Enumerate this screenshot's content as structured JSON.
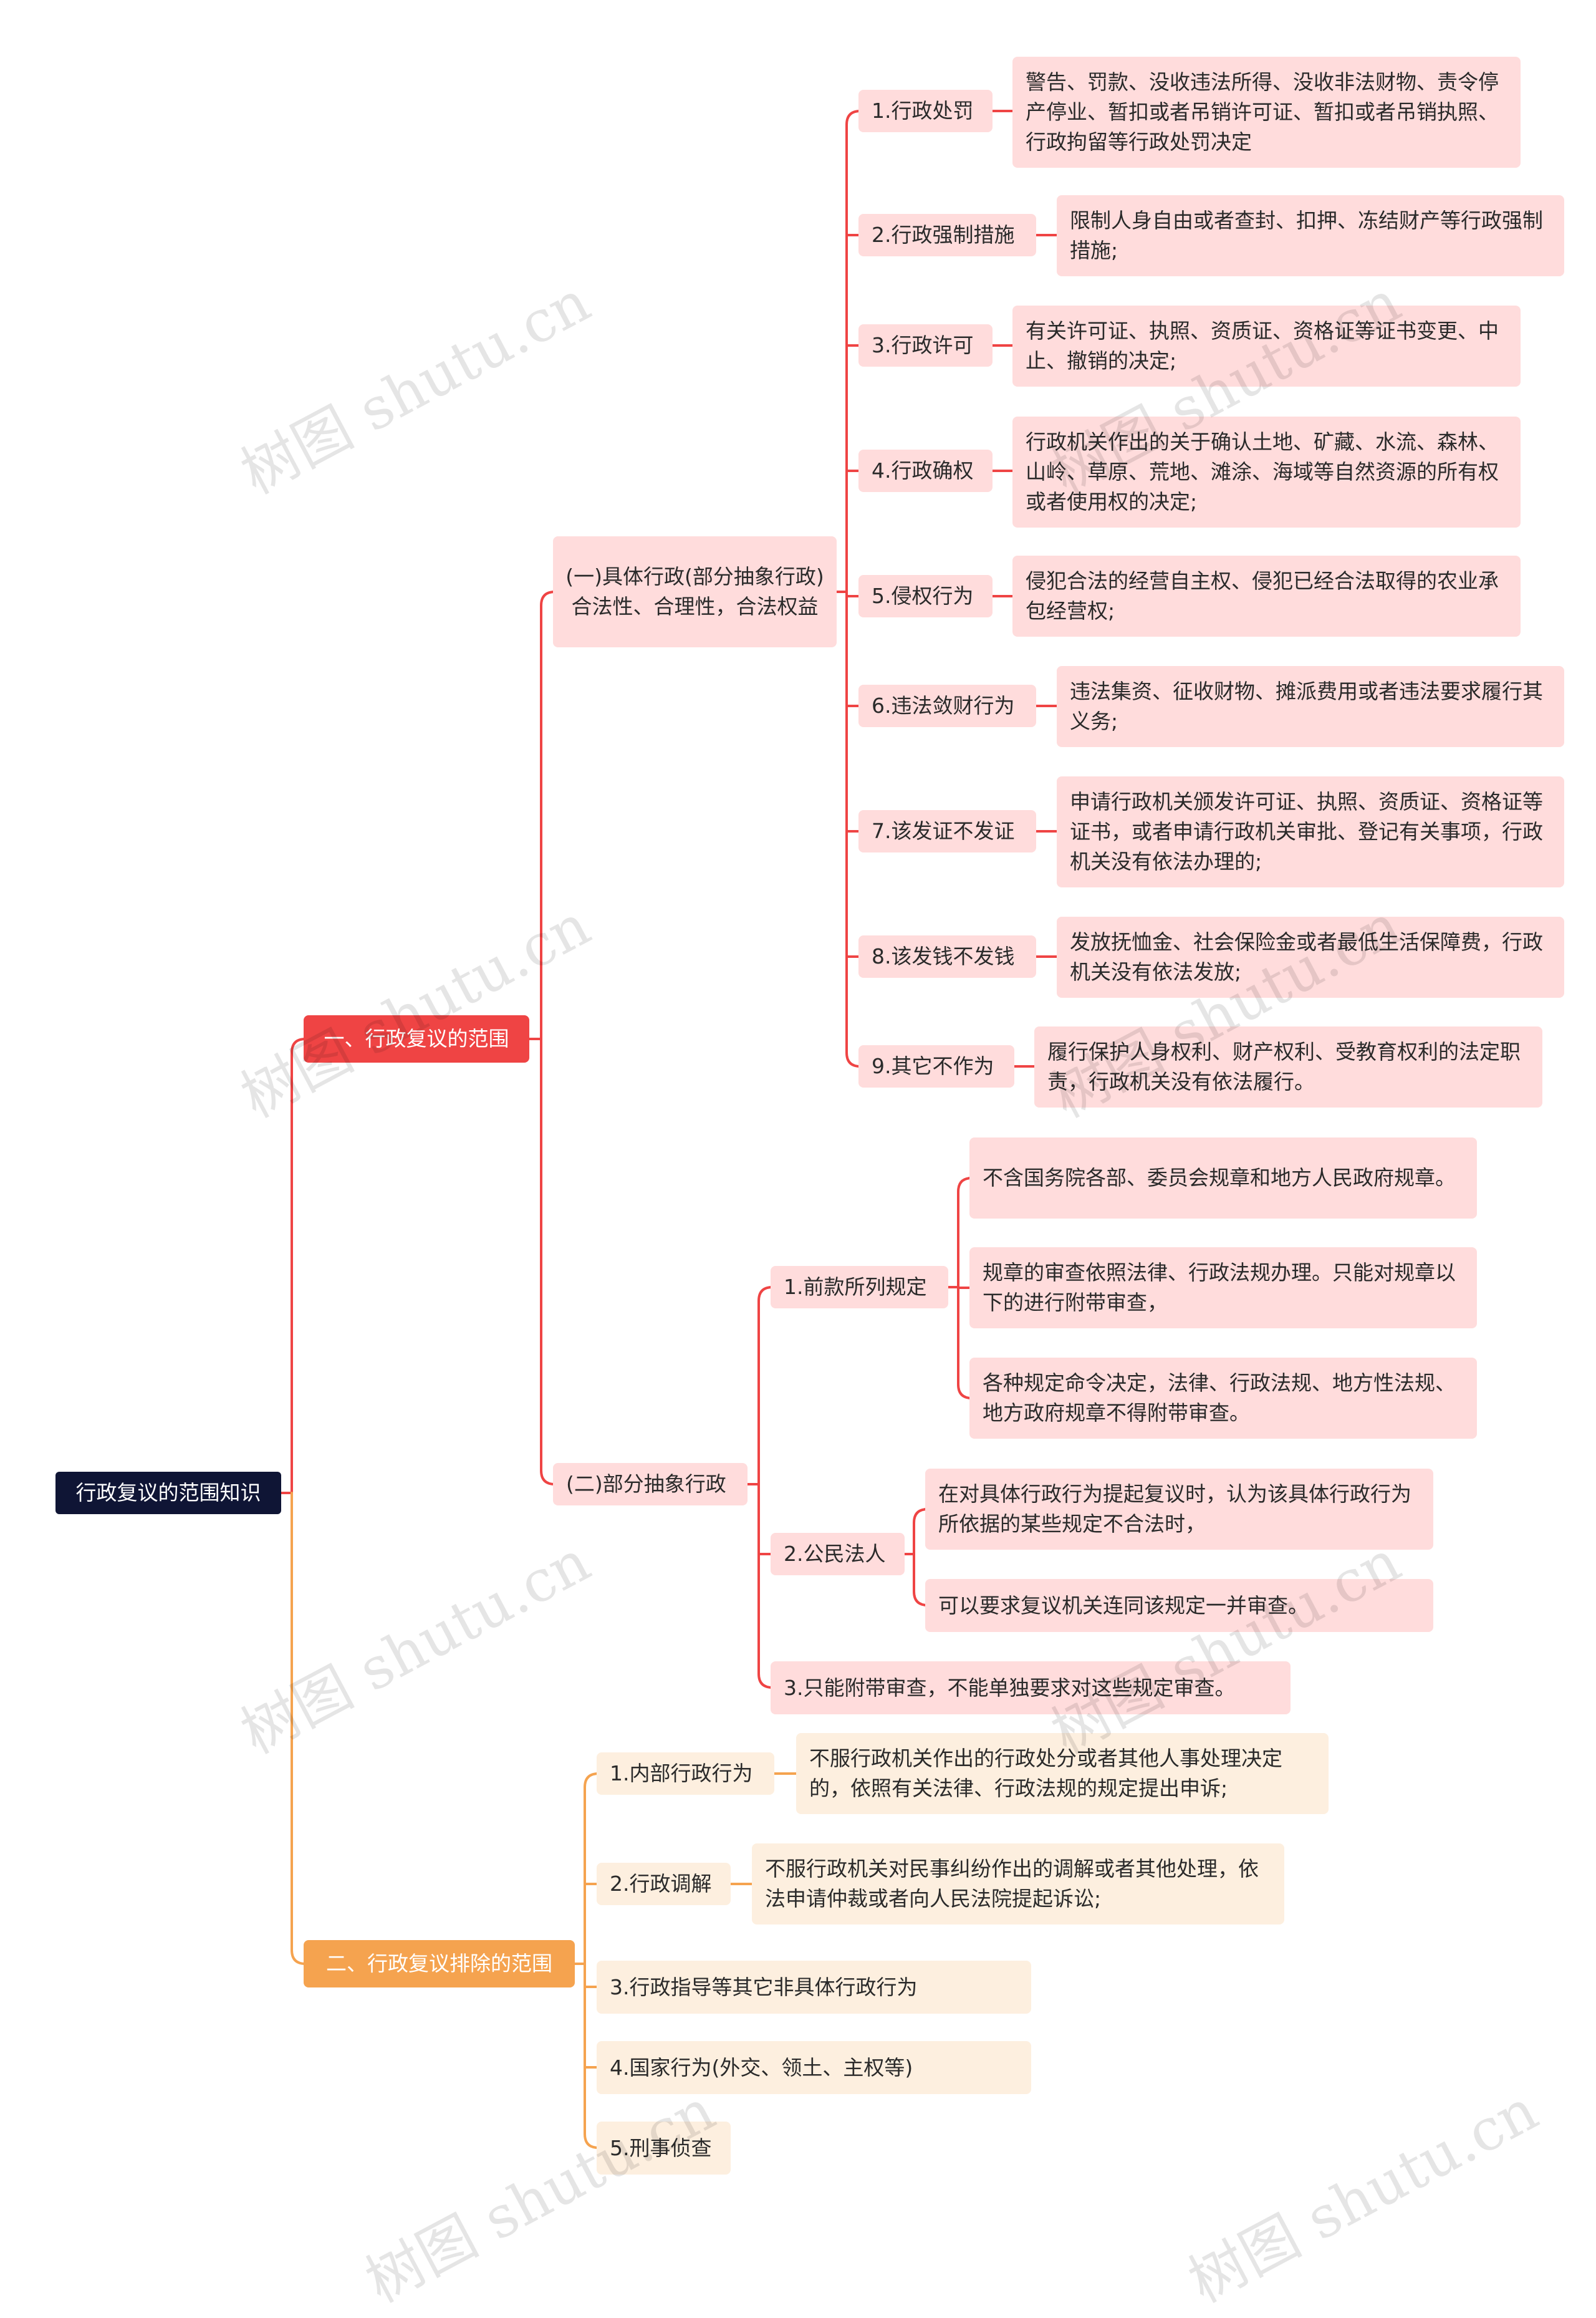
{
  "root": {
    "label": "行政复议的范围知识"
  },
  "branch1": {
    "label": "一、行政复议的范围",
    "color": "#ef4444",
    "sub1": {
      "label": "(一)具体行政(部分抽象行政)合法性、合理性，合法权益",
      "items": [
        {
          "label": "1.行政处罚",
          "detail": "警告、罚款、没收违法所得、没收非法财物、责令停产停业、暂扣或者吊销许可证、暂扣或者吊销执照、行政拘留等行政处罚决定"
        },
        {
          "label": "2.行政强制措施",
          "detail": "限制人身自由或者查封、扣押、冻结财产等行政强制措施;"
        },
        {
          "label": "3.行政许可",
          "detail": "有关许可证、执照、资质证、资格证等证书变更、中止、撤销的决定;"
        },
        {
          "label": "4.行政确权",
          "detail": "行政机关作出的关于确认土地、矿藏、水流、森林、山岭、草原、荒地、滩涂、海域等自然资源的所有权或者使用权的决定;"
        },
        {
          "label": "5.侵权行为",
          "detail": "侵犯合法的经营自主权、侵犯已经合法取得的农业承包经营权;"
        },
        {
          "label": "6.违法敛财行为",
          "detail": "违法集资、征收财物、摊派费用或者违法要求履行其义务;"
        },
        {
          "label": "7.该发证不发证",
          "detail": "申请行政机关颁发许可证、执照、资质证、资格证等证书，或者申请行政机关审批、登记有关事项，行政机关没有依法办理的;"
        },
        {
          "label": "8.该发钱不发钱",
          "detail": "发放抚恤金、社会保险金或者最低生活保障费，行政机关没有依法发放;"
        },
        {
          "label": "9.其它不作为",
          "detail": "履行保护人身权利、财产权利、受教育权利的法定职责，行政机关没有依法履行。"
        }
      ]
    },
    "sub2": {
      "label": "(二)部分抽象行政",
      "item1": {
        "label": "1.前款所列规定",
        "details": [
          "不含国务院各部、委员会规章和地方人民政府规章。",
          "规章的审查依照法律、行政法规办理。只能对规章以下的进行附带审查，",
          "各种规定命令决定，法律、行政法规、地方性法规、地方政府规章不得附带审查。"
        ]
      },
      "item2": {
        "label": "2.公民法人",
        "details": [
          "在对具体行政行为提起复议时，认为该具体行政行为所依据的某些规定不合法时，",
          "可以要求复议机关连同该规定一并审查。"
        ]
      },
      "item3": {
        "label": "3.只能附带审查，不能单独要求对这些规定审查。"
      }
    }
  },
  "branch2": {
    "label": "二、行政复议排除的范围",
    "color": "#f5a34f",
    "items": [
      {
        "label": "1.内部行政行为",
        "detail": "不服行政机关作出的行政处分或者其他人事处理决定的，依照有关法律、行政法规的规定提出申诉;"
      },
      {
        "label": "2.行政调解",
        "detail": "不服行政机关对民事纠纷作出的调解或者其他处理，依法申请仲裁或者向人民法院提起诉讼;"
      },
      {
        "label": "3.行政指导等其它非具体行政行为"
      },
      {
        "label": "4.国家行为(外交、领土、主权等)"
      },
      {
        "label": "5.刑事侦查"
      }
    ]
  },
  "watermark": "树图 shutu.cn"
}
